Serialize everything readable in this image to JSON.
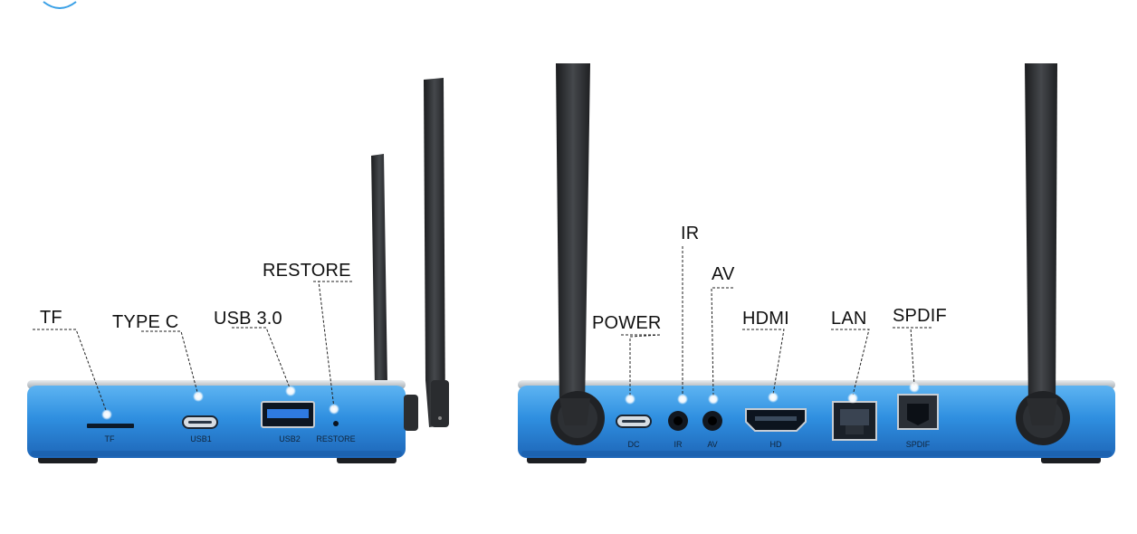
{
  "front_view": {
    "callouts": {
      "tf": "TF",
      "type_c": "TYPE C",
      "usb30": "USB 3.0",
      "restore": "RESTORE"
    },
    "port_labels": {
      "tf": "TF",
      "usb1": "USB1",
      "usb2": "USB2",
      "restore": "RESTORE"
    }
  },
  "back_view": {
    "callouts": {
      "power": "POWER",
      "ir": "IR",
      "av": "AV",
      "hdmi": "HDMI",
      "lan": "LAN",
      "spdif": "SPDIF"
    },
    "port_labels": {
      "dc": "DC",
      "ir": "IR",
      "av": "AV",
      "hd": "HD",
      "spdif": "SPDIF"
    }
  },
  "colors": {
    "case_blue": "#2f8fe0",
    "case_top": "#c9ced4",
    "antenna": "#2b2d30",
    "marker_dot": "#ffffff",
    "leader_line": "#222222"
  }
}
